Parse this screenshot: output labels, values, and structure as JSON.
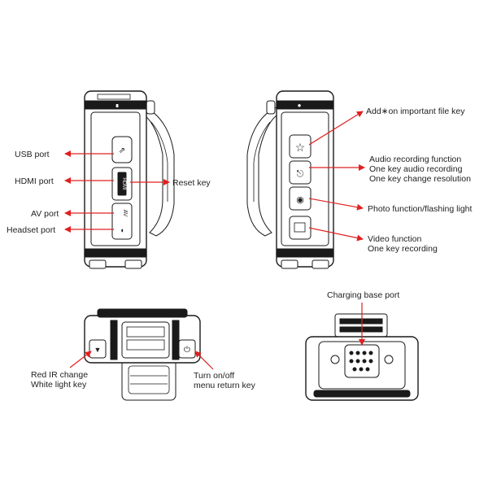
{
  "colors": {
    "arrow": "#e02020",
    "line": "#1a1a1a",
    "text": "#222222"
  },
  "labels": {
    "usb_port": "USB port",
    "hdmi_port": "HDMI port",
    "reset_key": "Reset key",
    "av_port": "AV port",
    "headset_port": "Headset port",
    "important_file": "Add∗on important file key",
    "audio_line1": "Audio recording function",
    "audio_line2": "One key audio recording",
    "audio_line3": "One key change resolution",
    "photo": "Photo function/flashing light",
    "video_line1": "Video function",
    "video_line2": "One key recording",
    "ir_line1": "Red IR change",
    "ir_line2": "White light key",
    "power_line1": "Turn on/off",
    "power_line2": "menu return key",
    "charging": "Charging base port"
  },
  "device_markings": {
    "hdmi": "HDMI",
    "av": "AV"
  },
  "icons": [
    "usb-icon",
    "star-icon",
    "microphone-icon",
    "camera-icon",
    "video-icon",
    "power-icon",
    "ir-icon",
    "headset-icon"
  ]
}
